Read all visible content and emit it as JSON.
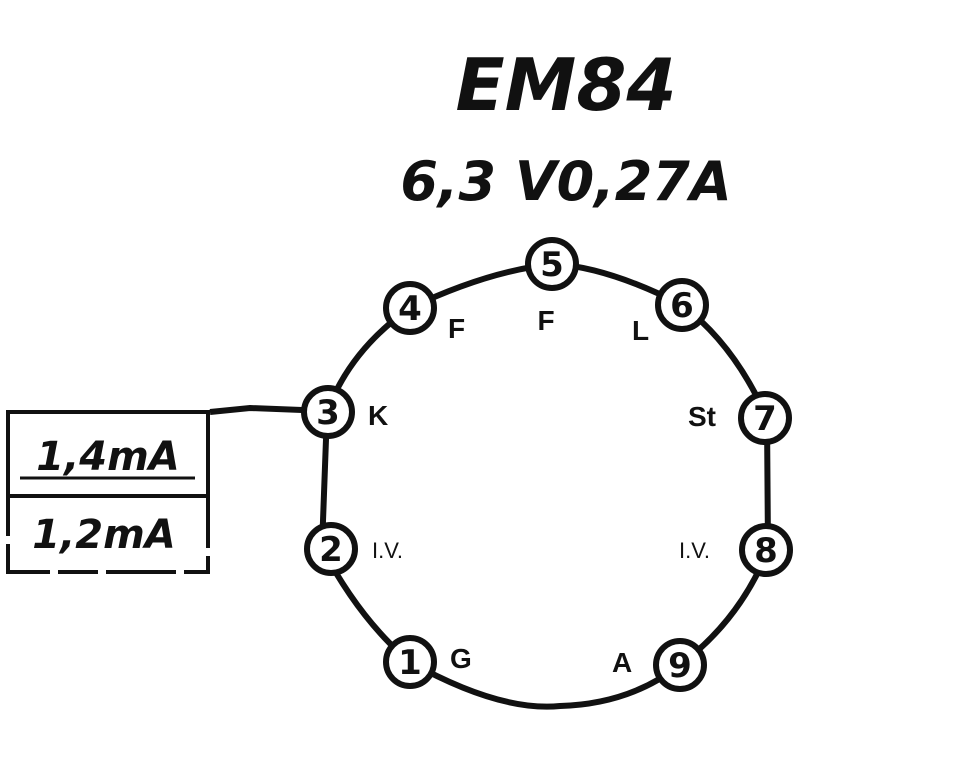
{
  "tube": {
    "type": "EM84",
    "heater": "6,3 V0,27A"
  },
  "pins": [
    {
      "number": "1",
      "label": "G"
    },
    {
      "number": "2",
      "label": "I.V."
    },
    {
      "number": "3",
      "label": "K"
    },
    {
      "number": "4",
      "label": "F"
    },
    {
      "number": "5",
      "label": "F"
    },
    {
      "number": "6",
      "label": "L"
    },
    {
      "number": "7",
      "label": "St"
    },
    {
      "number": "8",
      "label": "I.V."
    },
    {
      "number": "9",
      "label": "A"
    }
  ],
  "cathode_current": {
    "primary": "1,4mA",
    "secondary": "1,2mA"
  }
}
